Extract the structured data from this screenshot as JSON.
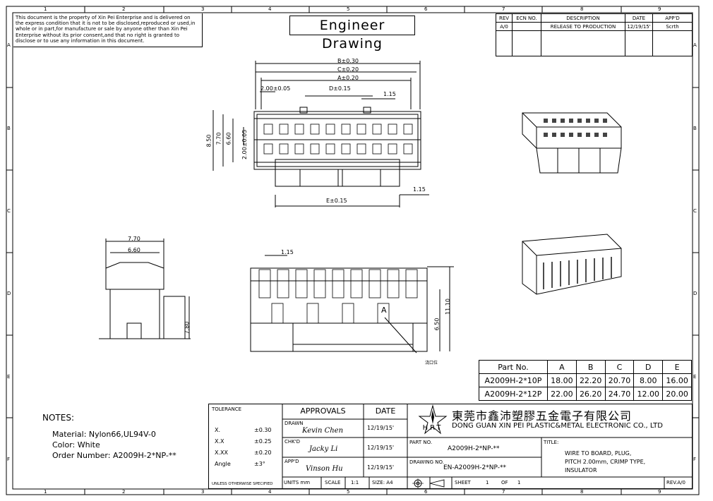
{
  "zones": {
    "cols": [
      "1",
      "2",
      "3",
      "4",
      "5",
      "6",
      "7",
      "8",
      "9"
    ],
    "rows": [
      "A",
      "B",
      "C",
      "D",
      "E",
      "F"
    ]
  },
  "notice": "This document is the property of Xin Pei Enterprise and is delivered on the express condition that it is not to be disclosed,reproduced or used,in whole or in part,for manufacture or sale by anyone other than Xin Pei Enterprise without its prior consent,and that no right is granted to disclose or to use any information in this document.",
  "title_box": "Engineer Drawing",
  "revision": {
    "headers": [
      "REV",
      "ECN NO.",
      "DESCRIPTION",
      "DATE",
      "APP'D"
    ],
    "row": [
      "A/0",
      "",
      "RELEASE TO PRODUCTION",
      "12/19/15'",
      "Scrth"
    ]
  },
  "dims_top": {
    "B": "B±0.30",
    "C": "C±0.20",
    "A": "A±0.20",
    "D": "D±0.15",
    "pitch_h": "2.00±0.05",
    "d115a": "1.15",
    "E": "E±0.15",
    "d115b": "1.15",
    "h850": "8.50",
    "h770": "7.70",
    "h660": "6.60",
    "pitch_v": "2.00±0.05"
  },
  "dims_side": {
    "w770": "7.70",
    "w660": "6.60",
    "h780": "7.80"
  },
  "dims_front": {
    "d115": "1.15",
    "h1110": "11.10",
    "h650": "6.50",
    "marker": "A",
    "callout": "浇口位"
  },
  "part_table": {
    "headers": [
      "Part No.",
      "A",
      "B",
      "C",
      "D",
      "E"
    ],
    "rows": [
      [
        "A2009H-2*10P",
        "18.00",
        "22.20",
        "20.70",
        "8.00",
        "16.00"
      ],
      [
        "A2009H-2*12P",
        "22.00",
        "26.20",
        "24.70",
        "12.00",
        "20.00"
      ]
    ]
  },
  "notes": {
    "heading": "NOTES:",
    "lines": [
      "Material: Nylon66,UL94V-0",
      "Color: White",
      "Order Number: A2009H-2*NP-**"
    ]
  },
  "tolerance": {
    "heading": "TOLERANCE",
    "rows": [
      [
        "X.",
        "±0.30"
      ],
      [
        "X.X",
        "±0.25"
      ],
      [
        "X.XX",
        "±0.20"
      ],
      [
        "Angle",
        "±3°"
      ]
    ],
    "footer": "UNLESS OTHERWISE SPECIFIED"
  },
  "approvals": {
    "heading": "APPROVALS",
    "date_heading": "DATE",
    "rows": [
      {
        "role": "DRAWN",
        "name": "Kevin Chen",
        "date": "12/19/15'"
      },
      {
        "role": "CHK'D",
        "name": "Jacky Li",
        "date": "12/19/15'"
      },
      {
        "role": "APP'D",
        "name": "Vinson Hu",
        "date": "12/19/15'"
      }
    ],
    "units_label": "UNITS mm",
    "scale_label": "SCALE",
    "scale_value": "1:1",
    "size_label": "SIZE: A4"
  },
  "company": {
    "logo_letters": "HRT",
    "name_cn": "東莞市鑫沛塑膠五金電子有限公司",
    "name_en": "DONG GUAN XIN PEI PLASTIC&METAL ELECTRONIC CO., LTD"
  },
  "part_no": {
    "label": "PART NO.",
    "value": "A2009H-2*NP-**"
  },
  "drawing_no": {
    "label": "DRAWING NO.",
    "value": "EN-A2009H-2*NP-**"
  },
  "title_block": {
    "label": "TITLE:",
    "lines": [
      "WIRE TO BOARD, PLUG,",
      "PITCH 2.00mm, CRIMP TYPE,",
      "INSULATOR"
    ]
  },
  "sheet": {
    "label": "SHEET",
    "num": "1",
    "of": "OF",
    "total": "1"
  },
  "rev_label": "REV.A/0"
}
